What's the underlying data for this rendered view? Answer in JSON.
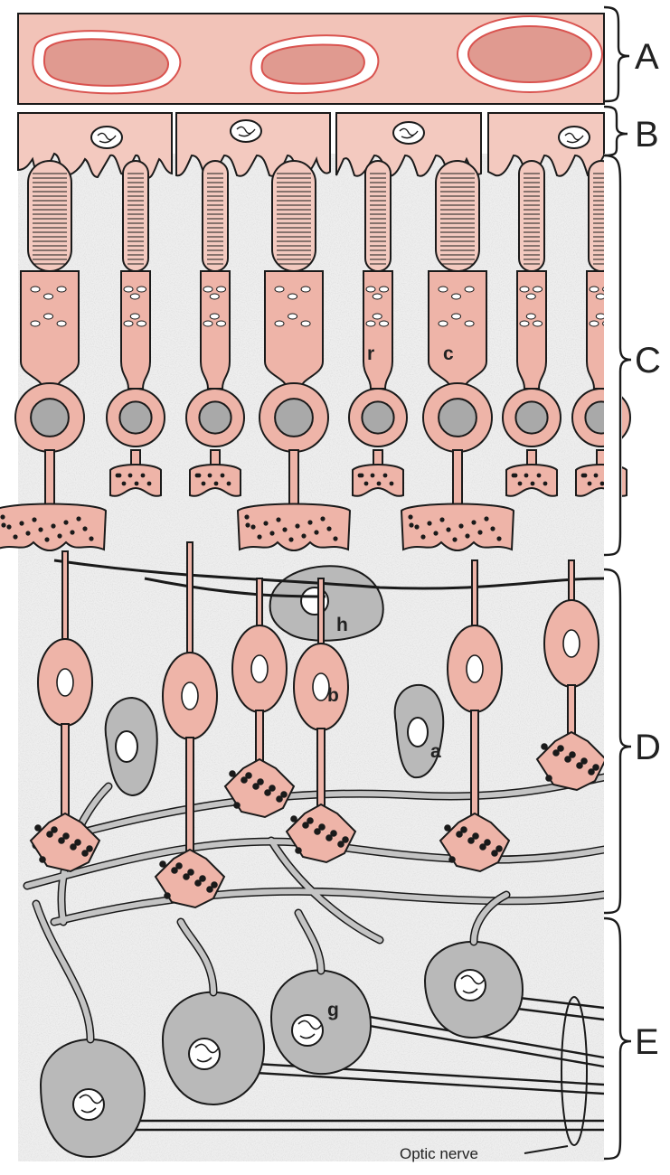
{
  "layers": [
    {
      "id": "A",
      "label": "A"
    },
    {
      "id": "B",
      "label": "B"
    },
    {
      "id": "C",
      "label": "C"
    },
    {
      "id": "D",
      "label": "D"
    },
    {
      "id": "E",
      "label": "E"
    }
  ],
  "cell_labels": {
    "rod": "r",
    "cone": "c",
    "horizontal": "h",
    "bipolar": "b",
    "amacrine": "a",
    "ganglion": "g"
  },
  "optic_nerve": "Optic nerve",
  "colors": {
    "pink_fill": "#eeb4a8",
    "pink_light": "#f3c9bf",
    "vessel_fill": "#e09a90",
    "vessel_ring": "#d9534f",
    "gray_fill": "#b9b9b9",
    "background_speckle": "#ededed",
    "outline": "#1a1a1a"
  }
}
